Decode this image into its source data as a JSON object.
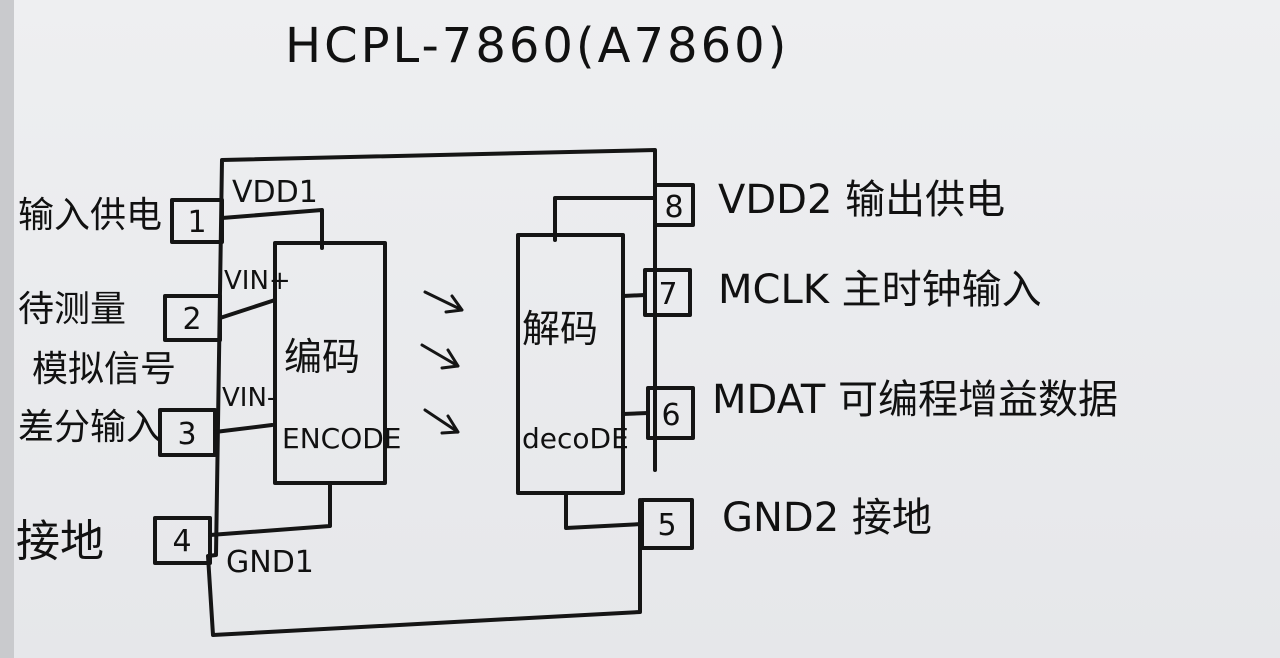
{
  "title": "HCPL-7860(A7860)",
  "pins": [
    {
      "num": "1",
      "name": "VDD1",
      "desc": "输入供电"
    },
    {
      "num": "2",
      "name": "VIN+",
      "desc": "待测量"
    },
    {
      "num": "3",
      "name": "VIN-",
      "desc": "差分输入"
    },
    {
      "num": "4",
      "name": "GND1",
      "desc": "接地"
    },
    {
      "num": "5",
      "desc": "GND2 接地"
    },
    {
      "num": "6",
      "desc": "MDAT 可编程增益数据"
    },
    {
      "num": "7",
      "desc": "MCLK 主时钟输入"
    },
    {
      "num": "8",
      "desc": "VDD2 输出供电"
    }
  ],
  "left_extra": "模拟信号",
  "encoder": {
    "cn": "编码",
    "en": "ENCODE"
  },
  "decoder": {
    "cn": "解码",
    "en": "decoDE"
  }
}
